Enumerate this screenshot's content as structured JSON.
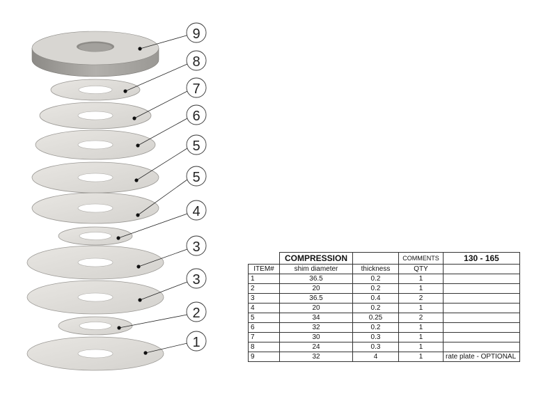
{
  "callouts": [
    {
      "label": "9"
    },
    {
      "label": "8"
    },
    {
      "label": "7"
    },
    {
      "label": "6"
    },
    {
      "label": "5"
    },
    {
      "label": "5"
    },
    {
      "label": "4"
    },
    {
      "label": "3"
    },
    {
      "label": "3"
    },
    {
      "label": "2"
    },
    {
      "label": "1"
    }
  ],
  "table": {
    "header": {
      "blank": "",
      "title": "COMPRESSION",
      "empty": "",
      "comments": "COMMENTS",
      "range": "130 - 165"
    },
    "columns": [
      "ITEM#",
      "shim diameter",
      "thickness",
      "QTY",
      ""
    ],
    "rows": [
      {
        "item": "1",
        "diameter": "36.5",
        "thickness": "0.2",
        "qty": "1",
        "comment": ""
      },
      {
        "item": "2",
        "diameter": "20",
        "thickness": "0.2",
        "qty": "1",
        "comment": ""
      },
      {
        "item": "3",
        "diameter": "36.5",
        "thickness": "0.4",
        "qty": "2",
        "comment": ""
      },
      {
        "item": "4",
        "diameter": "20",
        "thickness": "0.2",
        "qty": "1",
        "comment": ""
      },
      {
        "item": "5",
        "diameter": "34",
        "thickness": "0.25",
        "qty": "2",
        "comment": ""
      },
      {
        "item": "6",
        "diameter": "32",
        "thickness": "0.2",
        "qty": "1",
        "comment": ""
      },
      {
        "item": "7",
        "diameter": "30",
        "thickness": "0.3",
        "qty": "1",
        "comment": ""
      },
      {
        "item": "8",
        "diameter": "24",
        "thickness": "0.3",
        "qty": "1",
        "comment": ""
      },
      {
        "item": "9",
        "diameter": "32",
        "thickness": "4",
        "qty": "1",
        "comment": "rate plate - OPTIONAL"
      }
    ]
  }
}
